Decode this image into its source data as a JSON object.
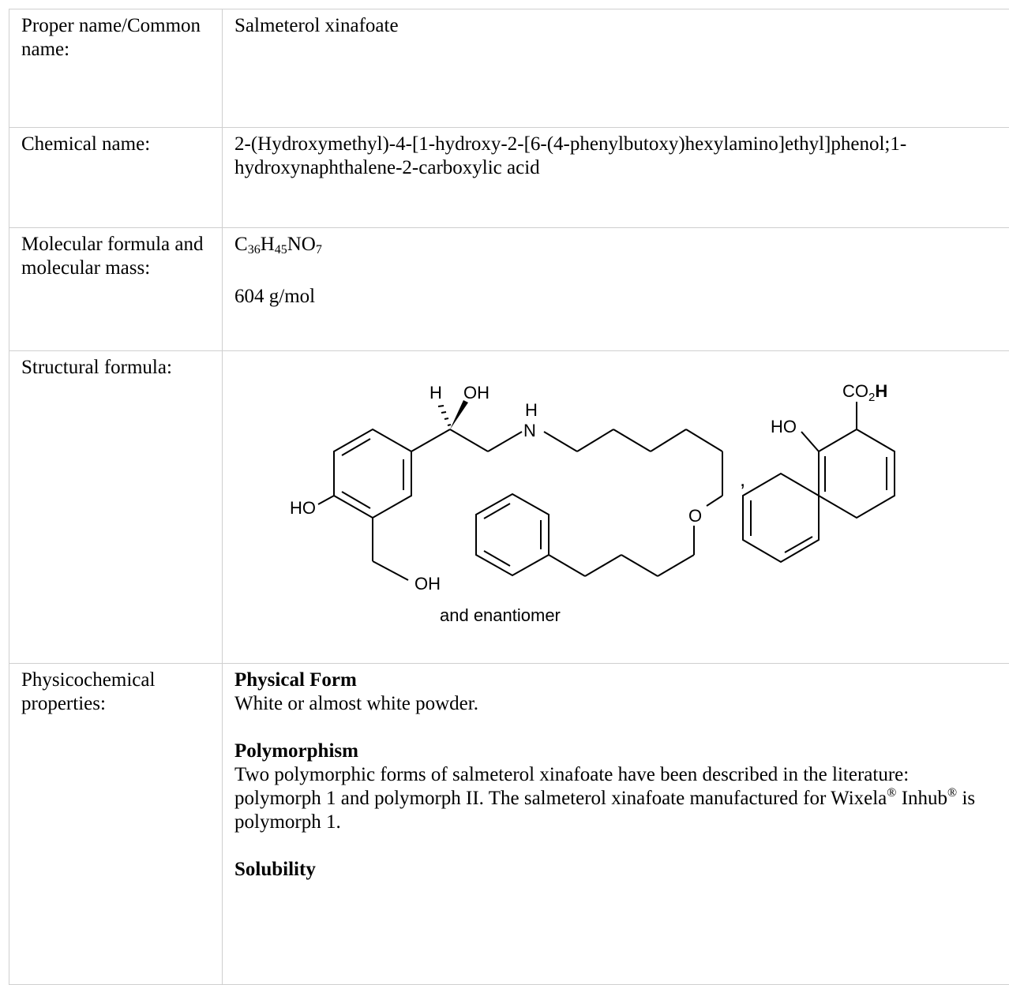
{
  "rows": {
    "proper_name": {
      "label": "Proper name/Common name:",
      "value": "Salmeterol xinafoate"
    },
    "chemical_name": {
      "label": "Chemical name:",
      "value": "2-(Hydroxymethyl)-4-[1-hydroxy-2-[6-(4-phenylbutoxy)hexylamino]ethyl]phenol;1-hydroxynaphthalene-2-carboxylic acid"
    },
    "molecular": {
      "label": "Molecular formula and molecular mass:",
      "formula": {
        "c": "C",
        "c_count": "36",
        "h": "H",
        "h_count": "45",
        "n_o": "NO",
        "o_count": "7"
      },
      "mass": "604 g/mol"
    },
    "structural": {
      "label": "Structural formula:",
      "labels": {
        "h_top": "H",
        "oh_top": "OH",
        "nh_h": "H",
        "nh_n": "N",
        "ho_left": "HO",
        "oh_bottom": "OH",
        "ether_o": "O",
        "comma": ",",
        "co2h": "CO",
        "co2h_sub": "2",
        "co2h_h": "H",
        "ho_right": "HO",
        "caption": "and enantiomer"
      }
    },
    "physicochemical": {
      "label": "Physicochemical properties:",
      "physical_form_heading": "Physical Form",
      "physical_form_text": "White or almost white powder.",
      "polymorphism_heading": "Polymorphism",
      "polymorphism_text_1": "Two polymorphic forms of salmeterol xinafoate have been described in the literature: polymorph 1 and polymorph II. The salmeterol xinafoate manufactured for Wixela",
      "registered_1": "®",
      "polymorphism_text_2": " Inhub",
      "registered_2": "®",
      "polymorphism_text_3": " is polymorph 1.",
      "solubility_heading": "Solubility"
    }
  }
}
